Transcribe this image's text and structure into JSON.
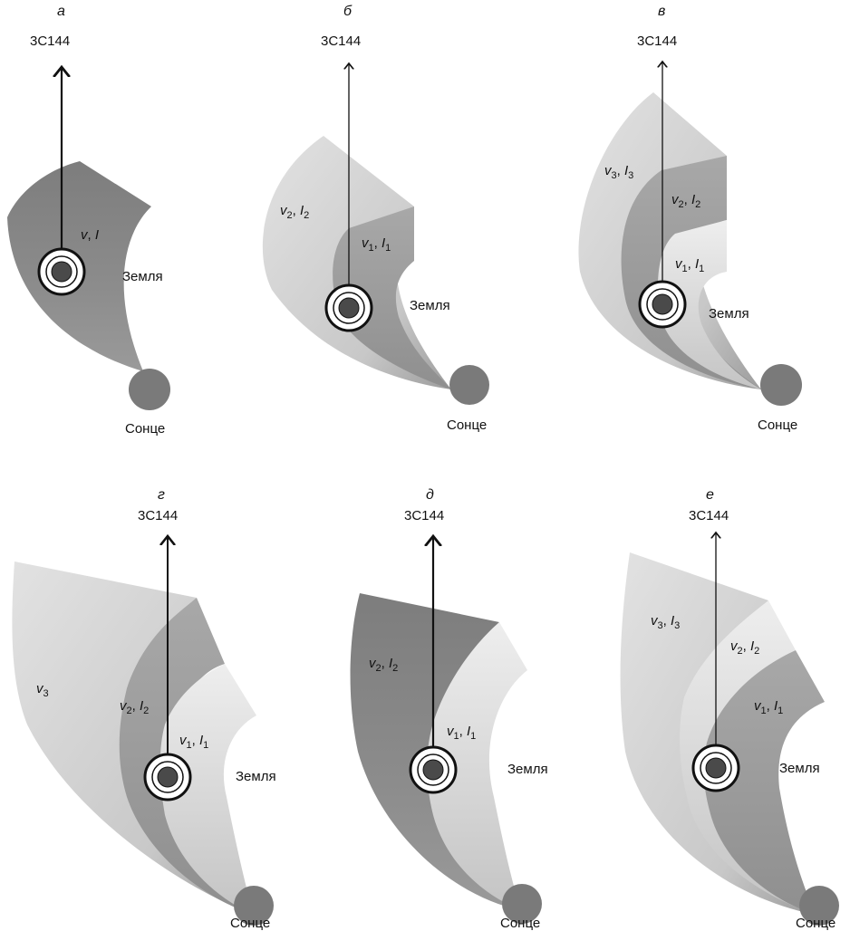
{
  "panels": [
    {
      "id": "a",
      "letter": "а",
      "source": "3C144",
      "earth": "Земля",
      "sun": "Сонце",
      "regions": [
        {
          "v": "v",
          "i": "I",
          "v_sub": "",
          "i_sub": ""
        }
      ]
    },
    {
      "id": "b",
      "letter": "б",
      "source": "3C144",
      "earth": "Земля",
      "sun": "Сонце",
      "regions": [
        {
          "v": "v",
          "i": "I",
          "v_sub": "2",
          "i_sub": "2"
        },
        {
          "v": "v",
          "i": "I",
          "v_sub": "1",
          "i_sub": "1"
        }
      ]
    },
    {
      "id": "v",
      "letter": "в",
      "source": "3C144",
      "earth": "Земля",
      "sun": "Сонце",
      "regions": [
        {
          "v": "v",
          "i": "I",
          "v_sub": "3",
          "i_sub": "3"
        },
        {
          "v": "v",
          "i": "I",
          "v_sub": "2",
          "i_sub": "2"
        },
        {
          "v": "v",
          "i": "I",
          "v_sub": "1",
          "i_sub": "1"
        }
      ]
    },
    {
      "id": "g",
      "letter": "г",
      "source": "3C144",
      "earth": "Земля",
      "sun": "Сонце",
      "regions": [
        {
          "v": "v",
          "i": "",
          "v_sub": "3",
          "i_sub": ""
        },
        {
          "v": "v",
          "i": "I",
          "v_sub": "2",
          "i_sub": "2"
        },
        {
          "v": "v",
          "i": "I",
          "v_sub": "1",
          "i_sub": "1"
        }
      ]
    },
    {
      "id": "d",
      "letter": "д",
      "source": "3C144",
      "earth": "Земля",
      "sun": "Сонце",
      "regions": [
        {
          "v": "v",
          "i": "I",
          "v_sub": "2",
          "i_sub": "2"
        },
        {
          "v": "v",
          "i": "I",
          "v_sub": "1",
          "i_sub": "1"
        }
      ]
    },
    {
      "id": "e",
      "letter": "е",
      "source": "3C144",
      "earth": "Земля",
      "sun": "Сонце",
      "regions": [
        {
          "v": "v",
          "i": "I",
          "v_sub": "3",
          "i_sub": "3"
        },
        {
          "v": "v",
          "i": "I",
          "v_sub": "2",
          "i_sub": "2"
        },
        {
          "v": "v",
          "i": "I",
          "v_sub": "1",
          "i_sub": "1"
        }
      ]
    }
  ]
}
